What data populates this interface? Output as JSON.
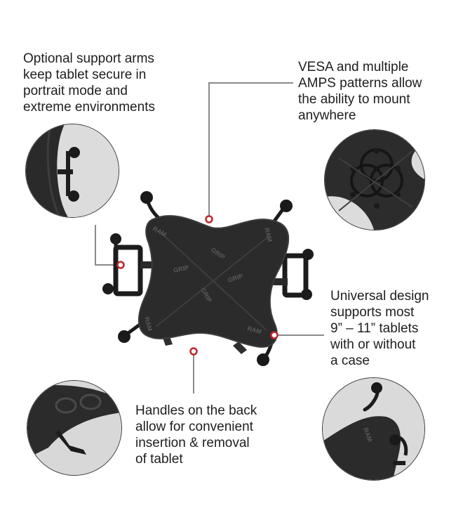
{
  "callouts": {
    "support_arms": "Optional support arms\nkeep tablet secure in\nportrait mode and\nextreme environments",
    "vesa": "VESA and multiple\nAMPS patterns allow\nthe ability to mount\nanywhere",
    "universal": "Universal design\nsupports most\n9” – 11” tablets\nwith or without\na case",
    "handles": "Handles on the back\nallow for convenient\ninsertion & removal\nof tablet"
  },
  "product": {
    "logo_text": "RAM",
    "grip_text": "GRIP"
  },
  "colors": {
    "leader_line": "#8a8a8a",
    "marker_ring": "#c0272d",
    "cradle_body": "#2b2b2b",
    "cradle_edge": "#3c3c3c",
    "zoom_background": "#e0e0e0"
  }
}
